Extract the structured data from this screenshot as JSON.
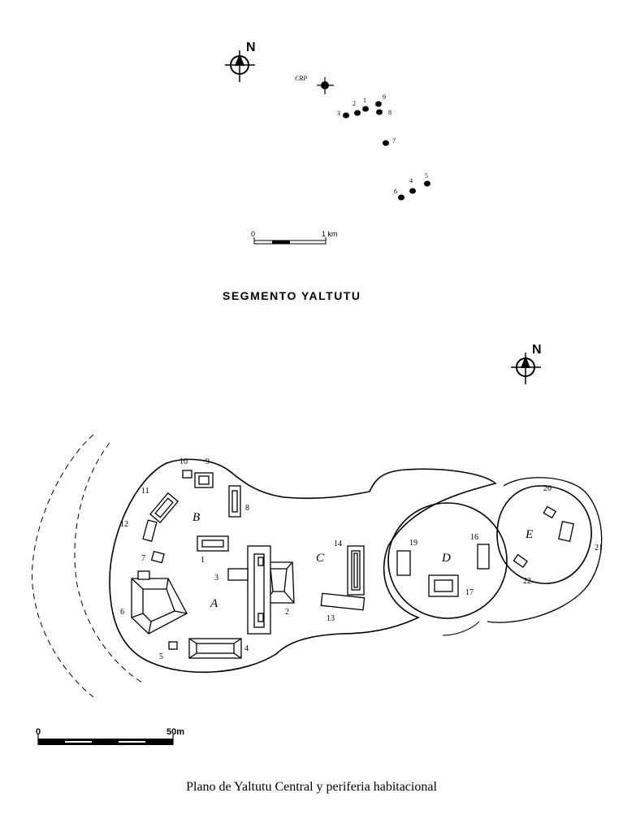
{
  "segment_map": {
    "north_label": "N",
    "crp_label": "CRP",
    "site_labels": [
      "1",
      "2",
      "3",
      "4",
      "5",
      "6",
      "7",
      "8",
      "9"
    ],
    "scale": {
      "start": "0",
      "end": "1 km"
    },
    "title": "SEGMENTO YALTUTU"
  },
  "site_plan": {
    "north_label": "N",
    "group_labels": [
      "A",
      "B",
      "C",
      "D",
      "E"
    ],
    "structure_labels": [
      "1",
      "2",
      "3",
      "4",
      "5",
      "6",
      "7",
      "8",
      "9",
      "10",
      "11",
      "12",
      "13",
      "14",
      "16",
      "17",
      "19",
      "20",
      "21",
      "22"
    ],
    "scale": {
      "start": "0",
      "end": "50m"
    }
  },
  "caption": "Plano de Yaltutu Central y periferia habitacional"
}
